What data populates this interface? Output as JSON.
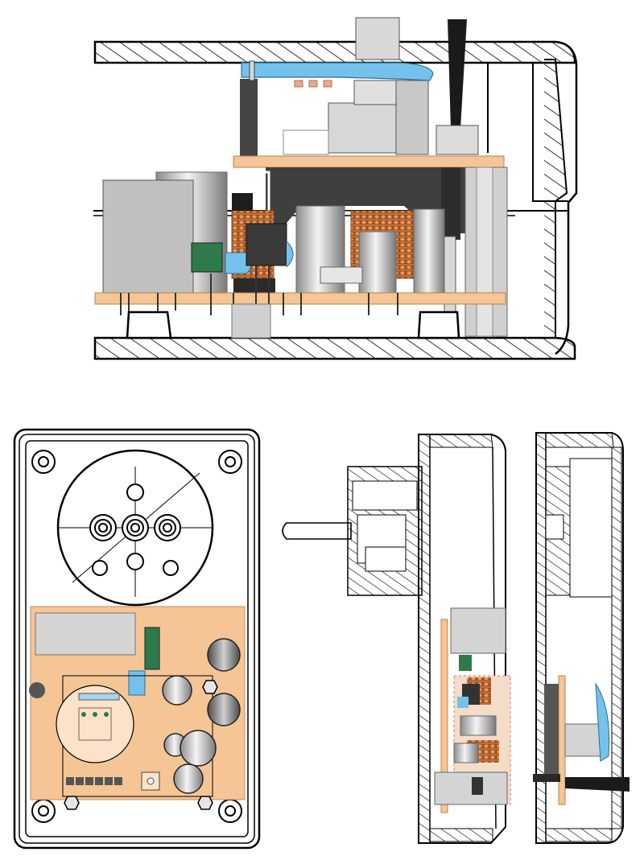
{
  "drawing": {
    "type": "technical cutaway and assembly drawing",
    "text_labels": [],
    "colors": {
      "pcb": "#f5c596",
      "pcb_outline": "#c88a55",
      "case_line": "#000000",
      "coil": "#e08a48",
      "dark_part": "#3f3f3f",
      "grey_part": "#b8b8b8",
      "light_grey": "#d4d4d4",
      "green_part": "#2f7a4a",
      "blue_lightguide": "#74c2ec",
      "pink_pad": "#e8a98f",
      "red_dashed": "#e07070"
    },
    "views": [
      {
        "name": "side-cutaway-view"
      },
      {
        "name": "top-view-with-socket-and-board"
      },
      {
        "name": "side-section-view-left"
      },
      {
        "name": "side-section-view-right"
      }
    ]
  }
}
